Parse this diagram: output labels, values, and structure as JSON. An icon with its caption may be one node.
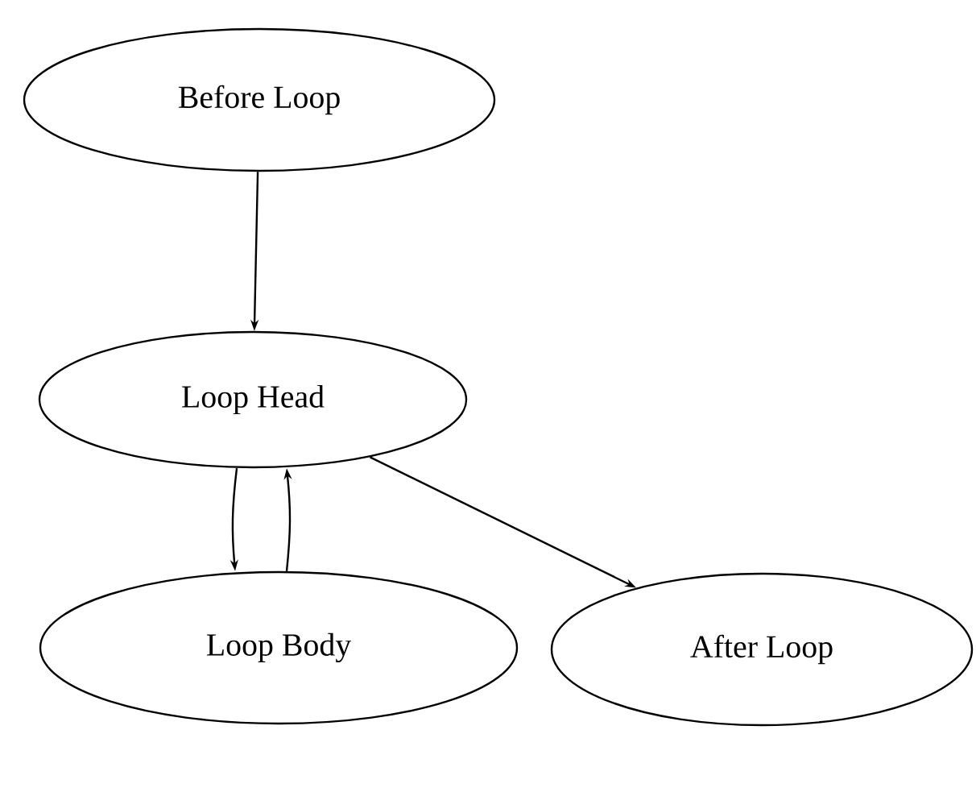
{
  "diagram": {
    "nodes": [
      {
        "text": [
          "Before Loop"
        ]
      },
      {
        "text": [
          "Loop Head"
        ]
      },
      {
        "text": [
          "Loop Body"
        ]
      },
      {
        "text": [
          "After Loop"
        ]
      }
    ],
    "edges": [
      {
        "from": 0,
        "to": 1,
        "arrow": "to"
      },
      {
        "from": 1,
        "to": 2,
        "arrow": "to"
      },
      {
        "from": 2,
        "to": 1,
        "arrow": "to"
      },
      {
        "from": 1,
        "to": 3,
        "arrow": "to"
      }
    ]
  }
}
